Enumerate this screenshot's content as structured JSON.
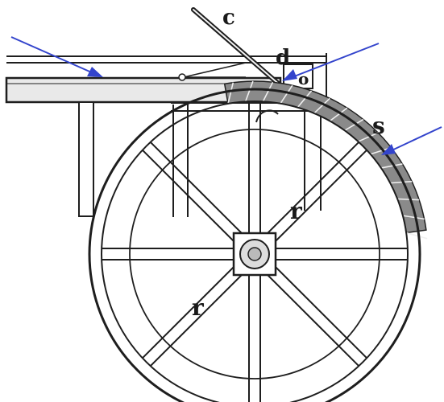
{
  "labels": {
    "c": "c",
    "d": "d",
    "o": "o",
    "s": "s",
    "r_upper": "r",
    "r_lower": "r"
  },
  "colors": {
    "ink": "#1e1e1e",
    "arrow": "#3344cc",
    "background": "#ffffff"
  }
}
